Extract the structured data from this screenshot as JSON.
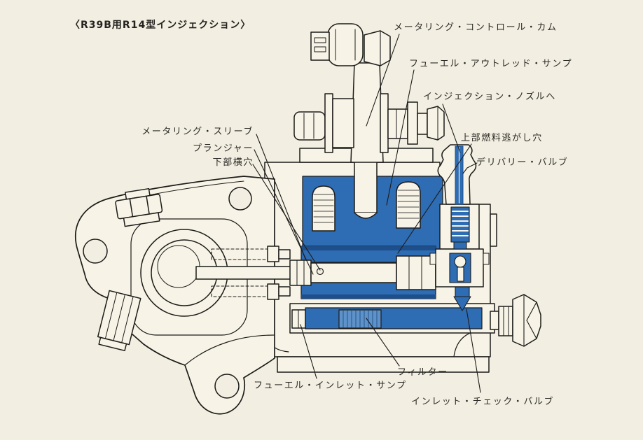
{
  "title": "〈R39B用R14型インジェクション〉",
  "diagram": {
    "kind": "fuel-injection-pump-cutaway",
    "colors": {
      "paper": "#f2eee1",
      "metal": "#f7f3e6",
      "outline": "#1c1c1a",
      "fuel_passage_blue": "#2e6cb3",
      "fuel_passage_dark_blue": "#1d4f8c",
      "filter_blue": "#5e92c8"
    },
    "labels": [
      {
        "id": "metering-control-cam",
        "text": "メータリング・コントロール・カム"
      },
      {
        "id": "fuel-outlet-sump",
        "text": "フューエル・アウトレッド・サンプ"
      },
      {
        "id": "injection-nozzle",
        "text": "インジェクション・ノズルへ"
      },
      {
        "id": "upper-fuel-relief-hole",
        "text": "上部燃料逃がし穴"
      },
      {
        "id": "delivery-valve",
        "text": "デリバリー・バルブ"
      },
      {
        "id": "metering-sleeve",
        "text": "メータリング・スリーブ"
      },
      {
        "id": "plunger",
        "text": "プランジャー"
      },
      {
        "id": "lower-side-hole",
        "text": "下部横穴"
      },
      {
        "id": "filter",
        "text": "フィルター"
      },
      {
        "id": "fuel-inlet-sump",
        "text": "フューエル・インレット・サンプ"
      },
      {
        "id": "inlet-check-valve",
        "text": "インレット・チェック・バルブ"
      }
    ]
  }
}
